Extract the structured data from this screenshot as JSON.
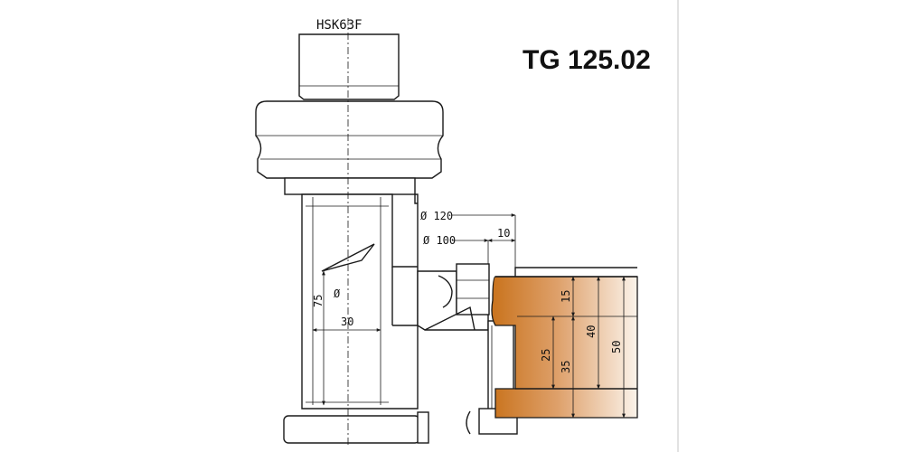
{
  "title": "TG 125.02",
  "holder_label": "HSK63F",
  "dimensions": {
    "d120": "Ø 120",
    "d100": "Ø 100",
    "w10": "10",
    "h75": "75",
    "bore_symbol": "Ø",
    "bore30": "30",
    "h15": "15",
    "h25": "25",
    "h35": "35",
    "h40": "40",
    "h50": "50"
  },
  "colors": {
    "line": "#1a1a1a",
    "workpiece_dark": "#c9731d",
    "workpiece_light": "#fbf3ea",
    "divider": "#d9d9d9"
  }
}
